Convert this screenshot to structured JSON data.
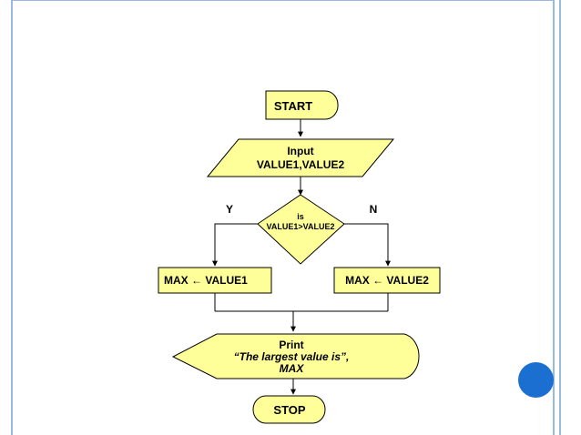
{
  "flowchart": {
    "start": "START",
    "input": {
      "line1": "Input",
      "line2": "VALUE1,VALUE2"
    },
    "decision": {
      "line1": "is",
      "line2": "VALUE1>VALUE2"
    },
    "yes_label": "Y",
    "no_label": "N",
    "assign_left": "MAX ← VALUE1",
    "assign_right": "MAX ← VALUE2",
    "print": {
      "line1": "Print",
      "line2": "“The largest value is”,",
      "line3": "MAX"
    },
    "stop": "STOP"
  },
  "colors": {
    "shape_fill": "#ffff99",
    "frame": "#9bb8e0",
    "accent_dot": "#1b6fd1"
  }
}
